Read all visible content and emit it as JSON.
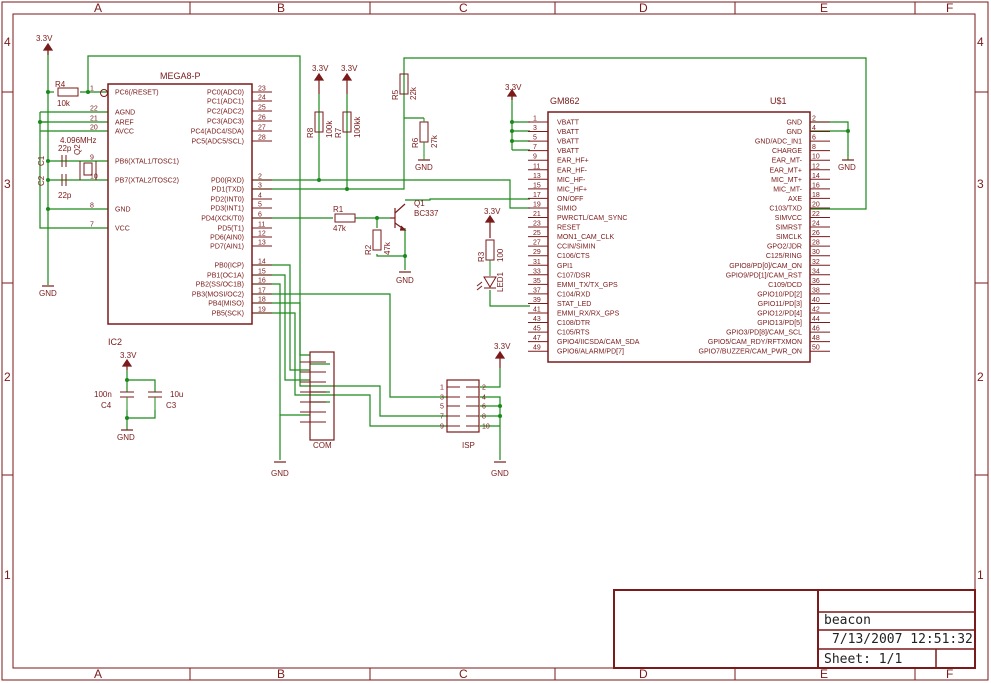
{
  "grid": {
    "columns": [
      "A",
      "B",
      "C",
      "D",
      "E",
      "F"
    ],
    "rows_left": [
      "4",
      "3",
      "2",
      "1"
    ],
    "rows_right": [
      "4",
      "3",
      "2",
      "1"
    ]
  },
  "colors": {
    "symbol": "#7a1a1a",
    "wire": "#1a8a1a",
    "frame": "#7a1a1a"
  },
  "supplies": {
    "v33": "3.3V",
    "gnd": "GND"
  },
  "mega8": {
    "name": "MEGA8-P",
    "ref": "IC2",
    "left_pins": [
      {
        "num": "1",
        "label": "PC6(/RESET)"
      },
      {
        "num": "22",
        "label": "AGND"
      },
      {
        "num": "21",
        "label": "AREF"
      },
      {
        "num": "20",
        "label": "AVCC"
      },
      {
        "num": "9",
        "label": "PB6(XTAL1/TOSC1)"
      },
      {
        "num": "10",
        "label": "PB7(XTAL2/TOSC2)"
      },
      {
        "num": "8",
        "label": "GND"
      },
      {
        "num": "7",
        "label": "VCC"
      }
    ],
    "right_pins": [
      {
        "num": "23",
        "label": "PC0(ADC0)"
      },
      {
        "num": "24",
        "label": "PC1(ADC1)"
      },
      {
        "num": "25",
        "label": "PC2(ADC2)"
      },
      {
        "num": "26",
        "label": "PC3(ADC3)"
      },
      {
        "num": "27",
        "label": "PC4(ADC4/SDA)"
      },
      {
        "num": "28",
        "label": "PC5(ADC5/SCL)"
      },
      {
        "num": "2",
        "label": "PD0(RXD)"
      },
      {
        "num": "3",
        "label": "PD1(TXD)"
      },
      {
        "num": "4",
        "label": "PD2(INT0)"
      },
      {
        "num": "5",
        "label": "PD3(INT1)"
      },
      {
        "num": "6",
        "label": "PD4(XCK/T0)"
      },
      {
        "num": "11",
        "label": "PD5(T1)"
      },
      {
        "num": "12",
        "label": "PD6(AIN0)"
      },
      {
        "num": "13",
        "label": "PD7(AIN1)"
      },
      {
        "num": "14",
        "label": "PB0(ICP)"
      },
      {
        "num": "15",
        "label": "PB1(OC1A)"
      },
      {
        "num": "16",
        "label": "PB2(SS/OC1B)"
      },
      {
        "num": "17",
        "label": "PB3(MOSI/OC2)"
      },
      {
        "num": "18",
        "label": "PB4(MISO)"
      },
      {
        "num": "19",
        "label": "PB5(SCK)"
      }
    ]
  },
  "gm862": {
    "name": "GM862",
    "ref": "U$1",
    "left_pins": [
      {
        "num": "1",
        "label": "VBATT"
      },
      {
        "num": "3",
        "label": "VBATT"
      },
      {
        "num": "5",
        "label": "VBATT"
      },
      {
        "num": "7",
        "label": "VBATT"
      },
      {
        "num": "9",
        "label": "EAR_HF+"
      },
      {
        "num": "11",
        "label": "EAR_HF-"
      },
      {
        "num": "13",
        "label": "MIC_HF-"
      },
      {
        "num": "15",
        "label": "MIC_HF+"
      },
      {
        "num": "17",
        "label": "ON/OFF"
      },
      {
        "num": "19",
        "label": "SIMIO"
      },
      {
        "num": "21",
        "label": "PWRCTL/CAM_SYNC"
      },
      {
        "num": "23",
        "label": "RESET"
      },
      {
        "num": "25",
        "label": "MON1_CAM_CLK"
      },
      {
        "num": "27",
        "label": "CCIN/SIMIN"
      },
      {
        "num": "29",
        "label": "C106/CTS"
      },
      {
        "num": "31",
        "label": "GPI1"
      },
      {
        "num": "33",
        "label": "C107/DSR"
      },
      {
        "num": "35",
        "label": "EMMI_TX/TX_GPS"
      },
      {
        "num": "37",
        "label": "C104/RXD"
      },
      {
        "num": "39",
        "label": "STAT_LED"
      },
      {
        "num": "41",
        "label": "EMMI_RX/RX_GPS"
      },
      {
        "num": "43",
        "label": "C108/DTR"
      },
      {
        "num": "45",
        "label": "C105/RTS"
      },
      {
        "num": "47",
        "label": "GPIO4/IICSDA/CAM_SDA"
      },
      {
        "num": "49",
        "label": "GPIO6/ALARM/PD[7]"
      }
    ],
    "right_pins": [
      {
        "num": "2",
        "label": "GND"
      },
      {
        "num": "4",
        "label": "GND"
      },
      {
        "num": "6",
        "label": "GND/ADC_IN1"
      },
      {
        "num": "8",
        "label": "CHARGE"
      },
      {
        "num": "10",
        "label": "EAR_MT-"
      },
      {
        "num": "12",
        "label": "EAR_MT+"
      },
      {
        "num": "14",
        "label": "MIC_MT+"
      },
      {
        "num": "16",
        "label": "MIC_MT-"
      },
      {
        "num": "18",
        "label": "AXE"
      },
      {
        "num": "20",
        "label": "C103/TXD"
      },
      {
        "num": "22",
        "label": "SIMVCC"
      },
      {
        "num": "24",
        "label": "SIMRST"
      },
      {
        "num": "26",
        "label": "SIMCLK"
      },
      {
        "num": "28",
        "label": "GPO2/JDR"
      },
      {
        "num": "30",
        "label": "C125/RING"
      },
      {
        "num": "32",
        "label": "GPIO8/PD[0]/CAM_ON"
      },
      {
        "num": "34",
        "label": "GPIO9/PD[1]/CAM_RST"
      },
      {
        "num": "36",
        "label": "C109/DCD"
      },
      {
        "num": "38",
        "label": "GPIO10/PD[2]"
      },
      {
        "num": "40",
        "label": "GPIO11/PD[3]"
      },
      {
        "num": "42",
        "label": "GPIO12/PD[4]"
      },
      {
        "num": "44",
        "label": "GPIO13/PD[5]"
      },
      {
        "num": "46",
        "label": "GPIO3/PD[8]/CAM_SCL"
      },
      {
        "num": "48",
        "label": "GPIO5/CAM_RDY/RFTXMON"
      },
      {
        "num": "50",
        "label": "GPIO7/BUZZER/CAM_PWR_ON"
      }
    ]
  },
  "parts": {
    "r4": {
      "ref": "R4",
      "value": "10k"
    },
    "xtal": {
      "ref": "Q2",
      "value": "4.096MHz"
    },
    "c1": {
      "ref": "C1",
      "value": "22p"
    },
    "c2": {
      "ref": "C2",
      "value": "22p"
    },
    "r8": {
      "ref": "R8",
      "value": "100k"
    },
    "r7": {
      "ref": "R7",
      "value": "100kk"
    },
    "r5": {
      "ref": "R5",
      "value": "22k"
    },
    "r6": {
      "ref": "R6",
      "value": "27k"
    },
    "r1": {
      "ref": "R1",
      "value": "47k"
    },
    "r2": {
      "ref": "R2",
      "value": "47k"
    },
    "q1": {
      "ref": "Q1",
      "value": "BC337"
    },
    "r3": {
      "ref": "R3",
      "value": "100"
    },
    "led1": {
      "ref": "LED1"
    },
    "c4": {
      "ref": "C4",
      "value": "100n"
    },
    "c3": {
      "ref": "C3",
      "value": "10u"
    },
    "com": {
      "ref": "COM"
    },
    "isp": {
      "ref": "ISP",
      "pins_left": [
        "1",
        "3",
        "5",
        "7",
        "9"
      ],
      "pins_right": [
        "2",
        "4",
        "6",
        "8",
        "10"
      ]
    }
  },
  "title_block": {
    "name": "beacon",
    "date": "7/13/2007 12:51:32",
    "sheet": "Sheet: 1/1"
  }
}
